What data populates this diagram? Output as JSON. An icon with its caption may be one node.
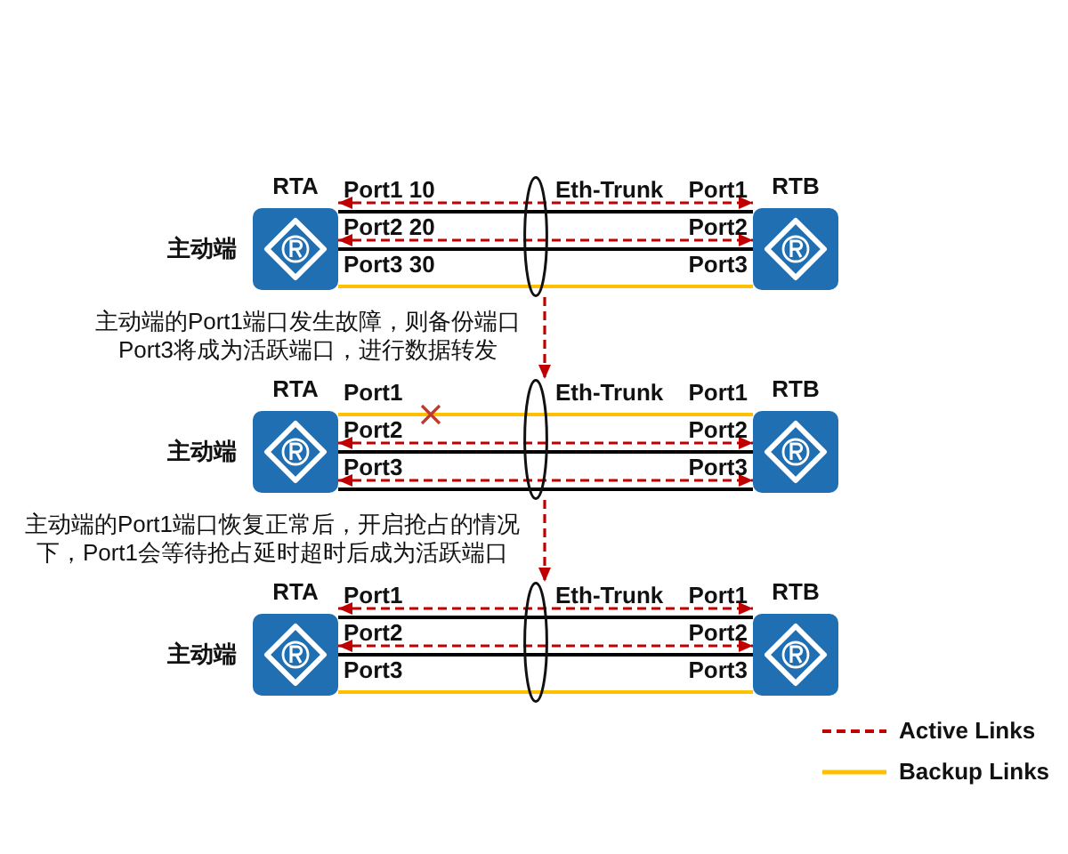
{
  "diagram": {
    "nodes": [
      {
        "text": [
          "RTA"
        ],
        "beside": [
          "主动端"
        ]
      },
      {
        "text": [
          "Eth-Trunk"
        ]
      },
      {
        "text": [
          "RTB"
        ]
      },
      {
        "text": [
          "RTA"
        ],
        "beside": [
          "主动端"
        ]
      },
      {
        "text": [
          "Eth-Trunk"
        ]
      },
      {
        "text": [
          "RTB"
        ]
      },
      {
        "text": [
          "RTA"
        ],
        "beside": [
          "主动端"
        ]
      },
      {
        "text": [
          "Eth-Trunk"
        ]
      },
      {
        "text": [
          "RTB"
        ]
      }
    ],
    "edges": [
      {
        "from": 0,
        "to": 2,
        "arrow": "both",
        "style": "dashed",
        "color": "#c00000"
      },
      {
        "from": 0,
        "to": 2,
        "arrow": "none",
        "color": "#000000"
      },
      {
        "from": 0,
        "to": 2,
        "arrow": "both",
        "style": "dashed",
        "color": "#c00000"
      },
      {
        "from": 0,
        "to": 2,
        "arrow": "none",
        "color": "#000000"
      },
      {
        "from": 0,
        "to": 2,
        "arrow": "none",
        "color": "#ffc000"
      },
      {
        "from": 1,
        "to": 4,
        "arrow": "to",
        "label": "主动端的Port1端口发生故障，则备份端口Port3将成为活跃端口，进行数据转发",
        "style": "dashed",
        "color": "#c00000"
      },
      {
        "from": 3,
        "to": 5,
        "arrow": "none",
        "color": "#ffc000"
      },
      {
        "from": 3,
        "to": 5,
        "arrow": "both",
        "style": "dashed",
        "color": "#c00000"
      },
      {
        "from": 3,
        "to": 5,
        "arrow": "none",
        "color": "#000000"
      },
      {
        "from": 3,
        "to": 5,
        "arrow": "both",
        "style": "dashed",
        "color": "#c00000"
      },
      {
        "from": 3,
        "to": 5,
        "arrow": "none",
        "color": "#000000"
      },
      {
        "from": 4,
        "to": 7,
        "arrow": "to",
        "label": "主动端的Port1端口恢复正常后，开启抢占的情况下，Port1会等待抢占延时超时后成为活跃端口",
        "style": "dashed",
        "color": "#c00000"
      },
      {
        "from": 6,
        "to": 8,
        "arrow": "both",
        "style": "dashed",
        "color": "#c00000"
      },
      {
        "from": 6,
        "to": 8,
        "arrow": "none",
        "color": "#000000"
      },
      {
        "from": 6,
        "to": 8,
        "arrow": "both",
        "style": "dashed",
        "color": "#c00000"
      },
      {
        "from": 6,
        "to": 8,
        "arrow": "none",
        "color": "#000000"
      },
      {
        "from": 6,
        "to": 8,
        "arrow": "none",
        "color": "#ffc000"
      }
    ],
    "labels": [
      "Port1 10",
      "Port1",
      "Port2 20",
      "Port2",
      "Port3 30",
      "Port3",
      "Port1",
      "Port1",
      "Port2",
      "Port2",
      "Port3",
      "Port3",
      "Port1",
      "Port1",
      "Port2",
      "Port2",
      "Port3",
      "Port3"
    ],
    "legend": [
      {
        "text": "Active Links"
      },
      {
        "text": "Backup Links"
      }
    ]
  }
}
